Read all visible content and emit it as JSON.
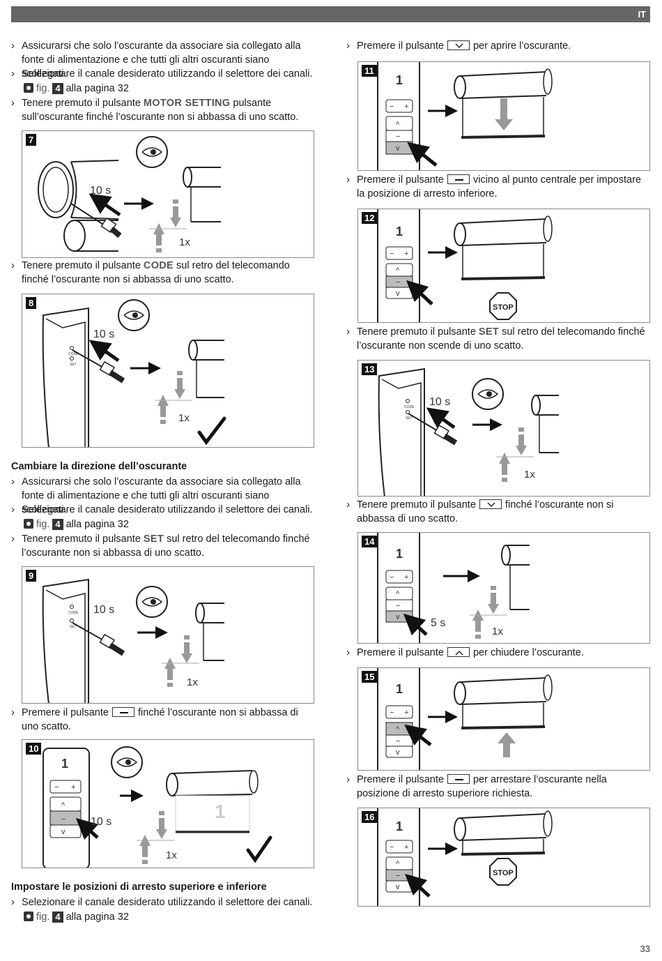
{
  "header": {
    "lang": "IT"
  },
  "page_number": "33",
  "left": {
    "b1": "Assicurarsi che solo l’oscurante da associare sia collegato alla fonte di alimentazione e che tutti gli altri oscuranti siano scollegati.",
    "b2": "Selezionare il canale desiderato utilizzando il selettore dei canali.",
    "ref1": {
      "fig": "fig.",
      "num": "4",
      "page": "alla pagina 32"
    },
    "b3_pre": "Tenere premuto il pulsante",
    "b3_btn": "MOTOR SETTING",
    "b3_post": "pulsante sull’oscurante finché l’oscurante non si abbassa di uno scatto.",
    "b4_pre": "Tenere premuto il pulsante",
    "b4_btn": "CODE",
    "b4_post": "sul retro del telecomando finché l’oscurante non si abbassa di uno scatto.",
    "h1": "Cambiare la direzione dell’oscurante",
    "b5": "Assicurarsi che solo l’oscurante da associare sia collegato alla fonte di alimentazione e che tutti gli altri oscuranti siano scollegati.",
    "b6": "Selezionare il canale desiderato utilizzando il selettore dei canali.",
    "ref2": {
      "fig": "fig.",
      "num": "4",
      "page": "alla pagina 32"
    },
    "b7_pre": "Tenere premuto il pulsante",
    "b7_btn": "SET",
    "b7_post": "sul retro del telecomando finché l’oscurante non si abbassa di uno scatto.",
    "b8_pre": "Premere il pulsante",
    "b8_post": "finché l’oscurante non si abbassa di uno scatto.",
    "h2": "Impostare le posizioni di arresto superiore e inferiore",
    "b9": "Selezionare il canale desiderato utilizzando il selettore dei canali.",
    "ref3": {
      "fig": "fig.",
      "num": "4",
      "page": "alla pagina 32"
    }
  },
  "right": {
    "b1_pre": "Premere il pulsante",
    "b1_post": "per aprire l’oscurante.",
    "b2_pre": "Premere il pulsante",
    "b2_post": "vicino al punto centrale per impostare la posizione di arresto inferiore.",
    "b3_pre": "Tenere premuto il pulsante",
    "b3_btn": "SET",
    "b3_post": "sul retro del telecomando finché l’oscurante non scende di uno scatto.",
    "b4_pre": "Tenere premuto il pulsante",
    "b4_post": "finché l’oscurante non si abbassa di uno scatto.",
    "b5_pre": "Premere il pulsante",
    "b5_post": "per chiudere l’oscurante.",
    "b6_pre": "Premere il pulsante",
    "b6_post": "per arrestare l’oscurante nella posizione di arresto superiore richiesta."
  },
  "figures": {
    "f7": {
      "num": "7",
      "time": "10 s",
      "count": "1x"
    },
    "f8": {
      "num": "8",
      "time": "10 s",
      "count": "1x",
      "code": "CODE",
      "set": "SET"
    },
    "f9": {
      "num": "9",
      "time": "10 s",
      "count": "1x",
      "code": "CODE",
      "set": "SET"
    },
    "f10": {
      "num": "10",
      "time": "10 s",
      "count": "1x",
      "digit": "1"
    },
    "f11": {
      "num": "11",
      "digit": "1"
    },
    "f12": {
      "num": "12",
      "digit": "1",
      "stop": "STOP"
    },
    "f13": {
      "num": "13",
      "time": "10 s",
      "count": "1x",
      "code": "CODE",
      "set": "SET"
    },
    "f14": {
      "num": "14",
      "time": "5 s",
      "count": "1x",
      "digit": "1"
    },
    "f15": {
      "num": "15",
      "digit": "1"
    },
    "f16": {
      "num": "16",
      "digit": "1",
      "stop": "STOP"
    }
  }
}
